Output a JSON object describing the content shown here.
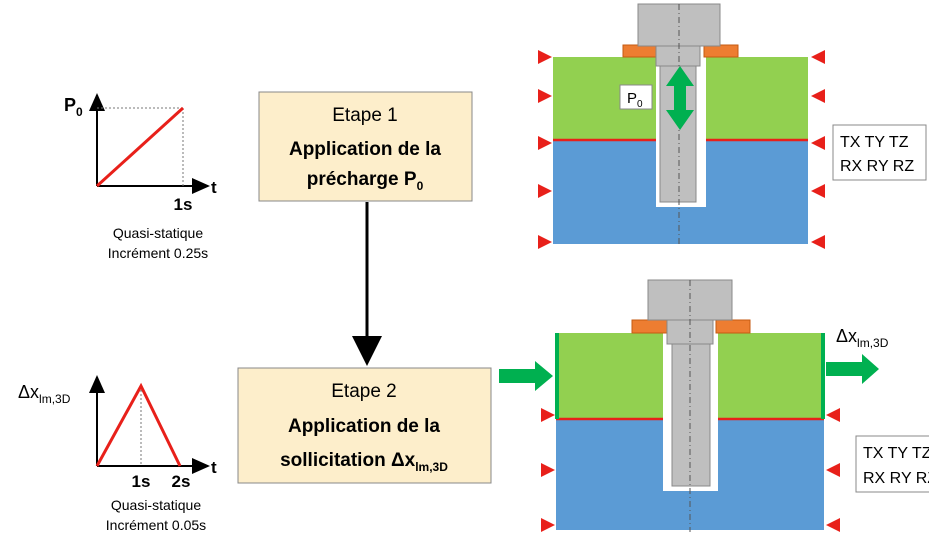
{
  "step1": {
    "title": "Etape 1",
    "line1": "Application de la",
    "line2_main": "précharge P",
    "line2_sub": "0"
  },
  "step2": {
    "title": "Etape 2",
    "line1": "Application de la",
    "line2_main": "sollicitation Δx",
    "line2_sub": "lm,3D"
  },
  "graph1": {
    "y_label_main": "P",
    "y_label_sub": "0",
    "x_label": "t",
    "tick_1": "1s",
    "caption_1": "Quasi-statique",
    "caption_2": "Incrément 0.25s"
  },
  "graph2": {
    "y_label_main": "Δx",
    "y_label_sub": "lm,3D",
    "x_label": "t",
    "tick_1": "1s",
    "tick_2": "2s",
    "caption_1": "Quasi-statique",
    "caption_2": "Incrément 0.05s"
  },
  "model1": {
    "preload_main": "P",
    "preload_sub": "0",
    "bc_line1": "TX TY TZ",
    "bc_line2": "RX RY RZ"
  },
  "model2": {
    "disp_main": "Δx",
    "disp_sub": "lm,3D",
    "bc_line1": "TX TY TZ",
    "bc_line2": "RX RY RZ"
  },
  "colors": {
    "step_box": "#fdeecb",
    "plate_green": "#92d050",
    "plate_blue": "#5b9bd5",
    "bolt_gray": "#bfbfbf",
    "washer_orange": "#ed7d31",
    "contact_red": "#e8201a",
    "arrow_green": "#00b050",
    "curve_red": "#e8201a"
  }
}
